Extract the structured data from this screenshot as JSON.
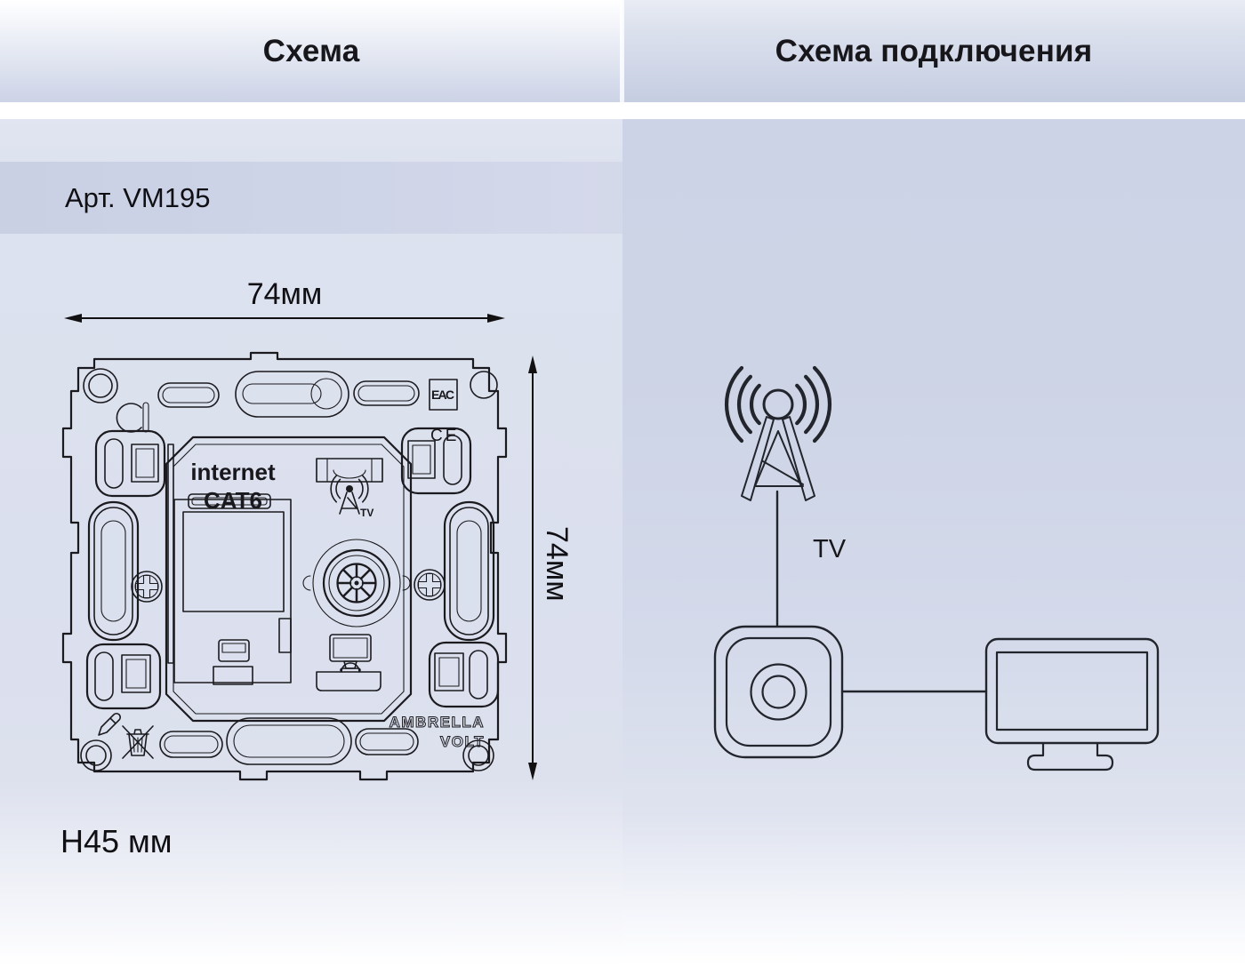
{
  "titles": {
    "left": "Схема",
    "right": "Схема подключения"
  },
  "article": "Арт. VM195",
  "dimensions": {
    "width": "74мм",
    "height": "74мм",
    "depth": "H45 мм"
  },
  "mechanism": {
    "port_line1": "internet",
    "port_line2": "CAT6",
    "eac": "EAC",
    "ce": "CE",
    "tv_small": "TV",
    "brand_line1": "AMBRELLA",
    "brand_line2": "VOLT"
  },
  "connection": {
    "cable_label": "TV"
  },
  "colors": {
    "header_gradient_bottom": "#ccd3e6",
    "article_band": "#c9d0e4",
    "content_bg": "#dbe0ee",
    "line_dark": "#1b1b1f",
    "text": "#16161a",
    "white_band": "#ffffff"
  },
  "icons": {
    "radio-tower-icon": "lattice antenna tower with signal waves",
    "tv-icon": "flat-screen television with stand",
    "socket-icon": "rounded wall socket with coax connector",
    "coax-connector-icon": "concentric circles with spokes",
    "rj45-port-icon": "ethernet jack outline",
    "monitor-icon": "small display glyph",
    "antenna-glyph-icon": "small tower with waves",
    "level-icon": "bubble level window",
    "pencil-icon": "screwdriver/pencil mark",
    "no-trash-icon": "crossed-out waste bin",
    "eac-mark-icon": "EAC conformity mark",
    "ce-mark-icon": "CE conformity mark",
    "recycle-c-icon": "circular arrow mark"
  }
}
